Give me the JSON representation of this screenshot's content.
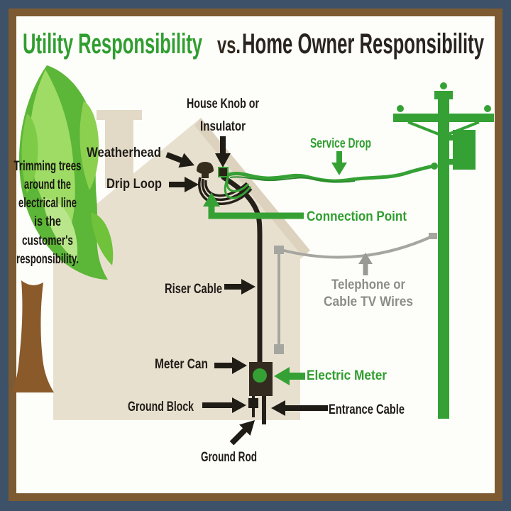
{
  "title": {
    "utility": "Utility Responsibility",
    "vs": "vs.",
    "homeowner": "Home Owner Responsibility"
  },
  "tree_note_lines": [
    "Trimming trees",
    "around the",
    "electrical line",
    "is the",
    "customer's",
    "responsibility."
  ],
  "labels": {
    "house_knob_line1": "House Knob or",
    "house_knob_line2": "Insulator",
    "weatherhead": "Weatherhead",
    "drip_loop": "Drip Loop",
    "service_drop": "Service Drop",
    "connection_point": "Connection Point",
    "riser_cable": "Riser Cable",
    "telephone_line1": "Telephone or",
    "telephone_line2": "Cable TV Wires",
    "meter_can": "Meter Can",
    "electric_meter": "Electric Meter",
    "ground_block": "Ground Block",
    "entrance_cable": "Entrance Cable",
    "ground_rod": "Ground Rod"
  },
  "colors": {
    "utility_green": "#2f9e2f",
    "pole_green": "#35a135",
    "owner_black": "#29241f",
    "gray_wire": "#a6a6a0",
    "house_beige": "#e8e0cf",
    "frame_brown": "#7d5a31",
    "frame_navy": "#3d5169",
    "leaf_light": "#9edc66",
    "leaf_dark": "#5cb637",
    "trunk_brown": "#8a5a2b"
  }
}
